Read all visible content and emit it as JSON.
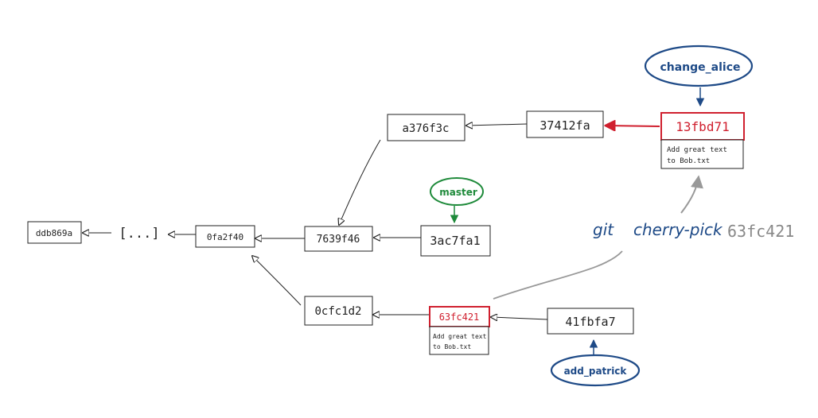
{
  "commits": {
    "ddb869a": "ddb869a",
    "ellipsis": "[...]",
    "0fa2f40": "0fa2f40",
    "7639f46": "7639f46",
    "3ac7fa1": "3ac7fa1",
    "a376f3c": "a376f3c",
    "37412fa": "37412fa",
    "13fbd71": "13fbd71",
    "0cfc1d2": "0cfc1d2",
    "63fc421": "63fc421",
    "41fbfa7": "41fbfa7"
  },
  "messages": {
    "13fbd71": [
      "Add great text",
      "to Bob.txt"
    ],
    "63fc421": [
      "Add great text",
      "to Bob.txt"
    ]
  },
  "branches": {
    "change_alice": "change_alice",
    "master": "master",
    "add_patrick": "add_patrick"
  },
  "command": {
    "git": "git",
    "cherry_pick": "cherry-pick",
    "hash": "63fc421"
  },
  "colors": {
    "ink": "#222222",
    "highlight": "#d0202f",
    "branch_blue": "#1e4a87",
    "branch_green": "#1e8a3a",
    "command_arrow": "#999999",
    "hash_gray": "#888888"
  }
}
